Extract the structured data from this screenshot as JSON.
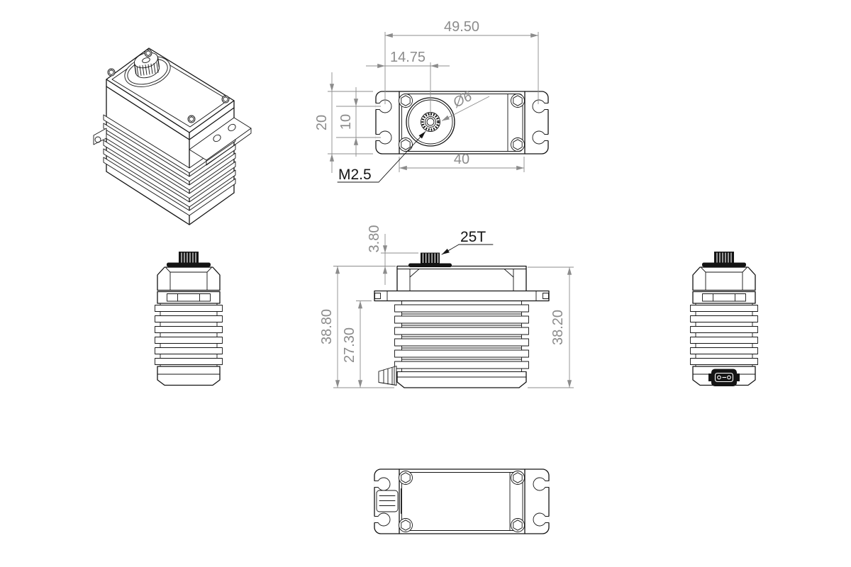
{
  "drawing": {
    "background": "#ffffff",
    "line_color": "#141414",
    "dim_color": "#8c8c8c",
    "views": {
      "top_view": {
        "dims": {
          "mount_hole_span": "49.50",
          "shaft_offset": "14.75",
          "body_depth": "20",
          "slot_spacing": "10",
          "body_width": "40",
          "shaft_diameter": "Ø6",
          "screw_thread": "M2.5"
        }
      },
      "front_view": {
        "dims": {
          "spline_height": "3.80",
          "spline_type": "25T",
          "overall_height": "38.80",
          "bottom_to_flange": "27.30",
          "case_height": "38.20"
        }
      }
    }
  }
}
